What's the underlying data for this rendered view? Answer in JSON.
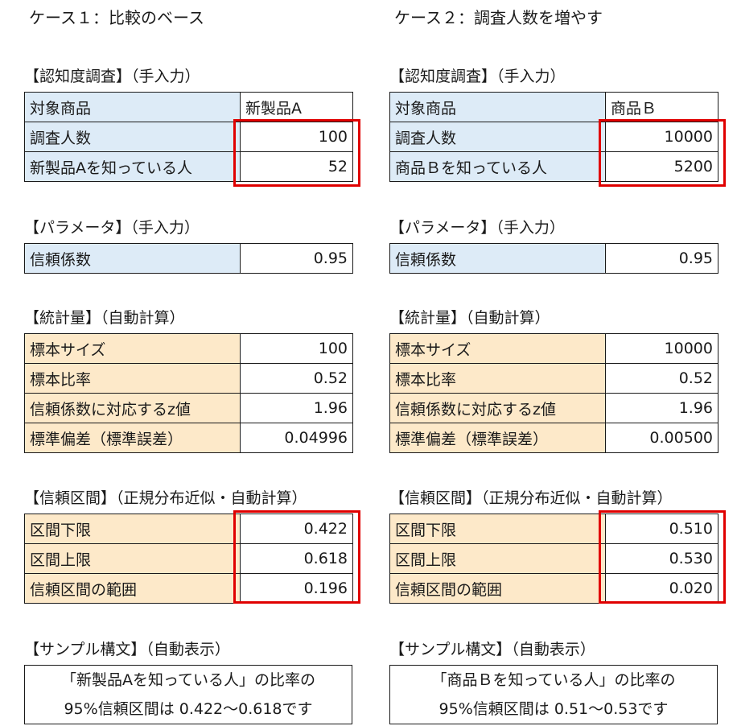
{
  "cases": [
    {
      "title": "ケース１：比較のベース",
      "awareness": {
        "title": "【認知度調査】（手入力）",
        "rows": [
          {
            "label": "対象商品",
            "value": "新製品A"
          },
          {
            "label": "調査人数",
            "value": "100"
          },
          {
            "label": "新製品Aを知っている人",
            "value": "52"
          }
        ]
      },
      "params": {
        "title": "【パラメータ】（手入力）",
        "rows": [
          {
            "label": "信頼係数",
            "value": "0.95"
          }
        ]
      },
      "stats": {
        "title": "【統計量】（自動計算）",
        "rows": [
          {
            "label": "標本サイズ",
            "value": "100"
          },
          {
            "label": "標本比率",
            "value": "0.52"
          },
          {
            "label": "信頼係数に対応するz値",
            "value": "1.96"
          },
          {
            "label": "標準偏差（標準誤差）",
            "value": "0.04996"
          }
        ]
      },
      "interval": {
        "title": "【信頼区間】（正規分布近似・自動計算）",
        "rows": [
          {
            "label": "区間下限",
            "value": "0.422"
          },
          {
            "label": "区間上限",
            "value": "0.618"
          },
          {
            "label": "信頼区間の範囲",
            "value": "0.196"
          }
        ]
      },
      "sample": {
        "title": "【サンプル構文】（自動表示）",
        "line1": "「新製品Aを知っている人」の比率の",
        "line2": "95%信頼区間は 0.422～0.618です"
      }
    },
    {
      "title": "ケース２：調査人数を増やす",
      "awareness": {
        "title": "【認知度調査】（手入力）",
        "rows": [
          {
            "label": "対象商品",
            "value": "商品Ｂ"
          },
          {
            "label": "調査人数",
            "value": "10000"
          },
          {
            "label": "商品Ｂを知っている人",
            "value": "5200"
          }
        ]
      },
      "params": {
        "title": "【パラメータ】（手入力）",
        "rows": [
          {
            "label": "信頼係数",
            "value": "0.95"
          }
        ]
      },
      "stats": {
        "title": "【統計量】（自動計算）",
        "rows": [
          {
            "label": "標本サイズ",
            "value": "10000"
          },
          {
            "label": "標本比率",
            "value": "0.52"
          },
          {
            "label": "信頼係数に対応するz値",
            "value": "1.96"
          },
          {
            "label": "標準偏差（標準誤差）",
            "value": "0.00500"
          }
        ]
      },
      "interval": {
        "title": "【信頼区間】（正規分布近似・自動計算）",
        "rows": [
          {
            "label": "区間下限",
            "value": "0.510"
          },
          {
            "label": "区間上限",
            "value": "0.530"
          },
          {
            "label": "信頼区間の範囲",
            "value": "0.020"
          }
        ]
      },
      "sample": {
        "title": "【サンプル構文】（自動表示）",
        "line1": "「商品Ｂを知っている人」の比率の",
        "line2": "95%信頼区間は 0.51～0.53です"
      }
    }
  ],
  "colors": {
    "label_blue": "#ddebf7",
    "label_tan": "#fde9c9",
    "highlight": "#e00000"
  }
}
